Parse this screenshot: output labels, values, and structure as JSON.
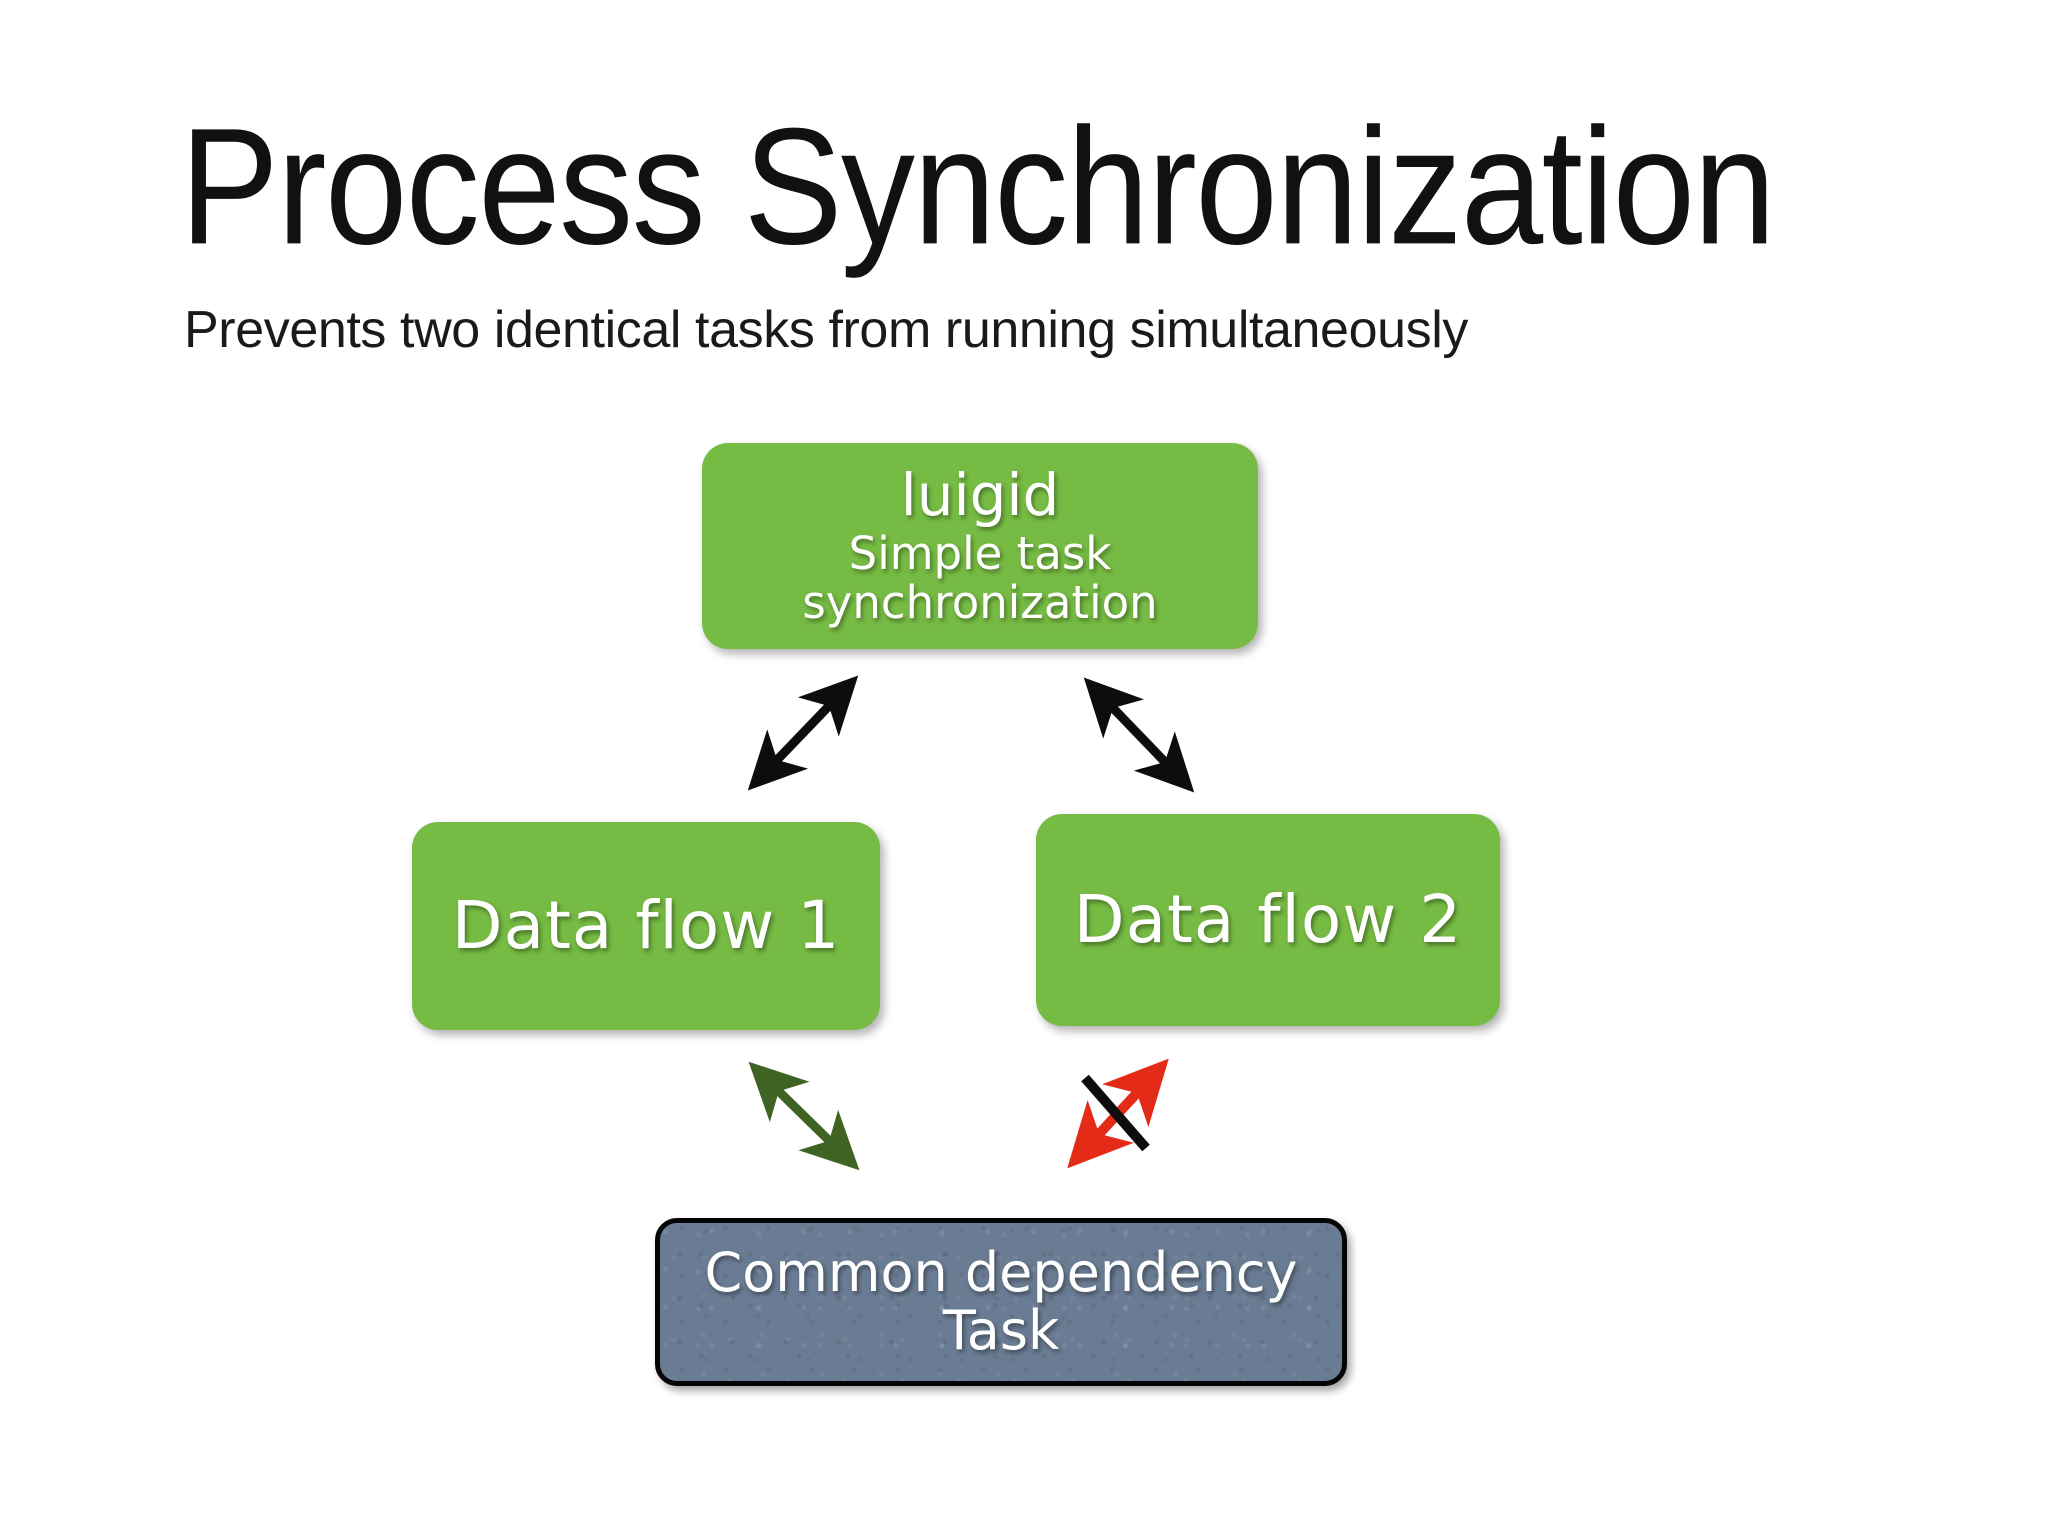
{
  "slide": {
    "title": "Process Synchronization",
    "subtitle": "Prevents two identical tasks from running simultaneously",
    "background_color": "#ffffff"
  },
  "colors": {
    "green_node": "#76bb43",
    "slate_node": "#6a7c93",
    "slate_border": "#050505",
    "arrow_black": "#0d0d0d",
    "arrow_green": "#3f6322",
    "arrow_red": "#e32b17",
    "node_text": "#ffffff",
    "title_text": "#111111"
  },
  "diagram": {
    "nodes": [
      {
        "id": "luigid",
        "title": "luigid",
        "subtitle": "Simple task synchronization",
        "style": "green"
      },
      {
        "id": "data-flow-1",
        "title": "Data flow 1",
        "style": "green"
      },
      {
        "id": "data-flow-2",
        "title": "Data flow 2",
        "style": "green"
      },
      {
        "id": "common-dependency-task",
        "title": "Common dependency",
        "line2": "Task",
        "style": "slate"
      }
    ],
    "connectors": [
      {
        "id": "luigid-to-data-flow-1",
        "from": "data-flow-1",
        "to": "luigid",
        "color": "#0d0d0d",
        "heads": "both",
        "state": "active"
      },
      {
        "id": "luigid-to-data-flow-2",
        "from": "luigid",
        "to": "data-flow-2",
        "color": "#0d0d0d",
        "heads": "both",
        "state": "active"
      },
      {
        "id": "data-flow-1-to-common-task",
        "from": "data-flow-1",
        "to": "common-dependency-task",
        "color": "#3f6322",
        "heads": "both",
        "state": "allowed"
      },
      {
        "id": "data-flow-2-to-common-task",
        "from": "common-dependency-task",
        "to": "data-flow-2",
        "color": "#e32b17",
        "heads": "both",
        "state": "blocked",
        "strike_color": "#0d0d0d"
      }
    ]
  }
}
